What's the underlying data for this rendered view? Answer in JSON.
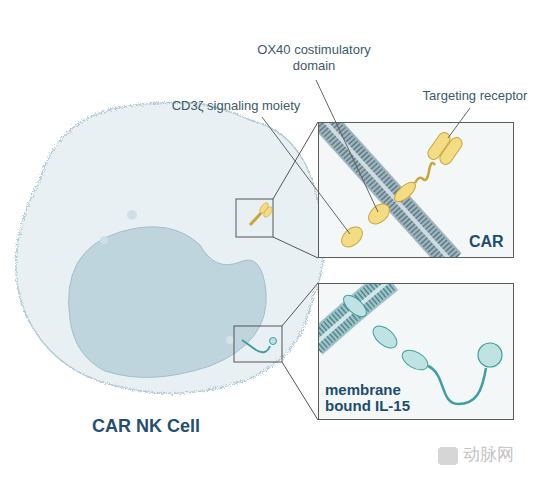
{
  "diagram": {
    "nodes": [
      {
        "text": [
          "CAR NK Cell"
        ]
      },
      {
        "text": [
          "CAR"
        ]
      },
      {
        "text": [
          "membrane bound IL-15"
        ]
      }
    ],
    "labels": [
      "OX40 costimulatory domain",
      "Targeting receptor",
      "CD3ζ signaling moiety",
      "动脉网"
    ]
  }
}
